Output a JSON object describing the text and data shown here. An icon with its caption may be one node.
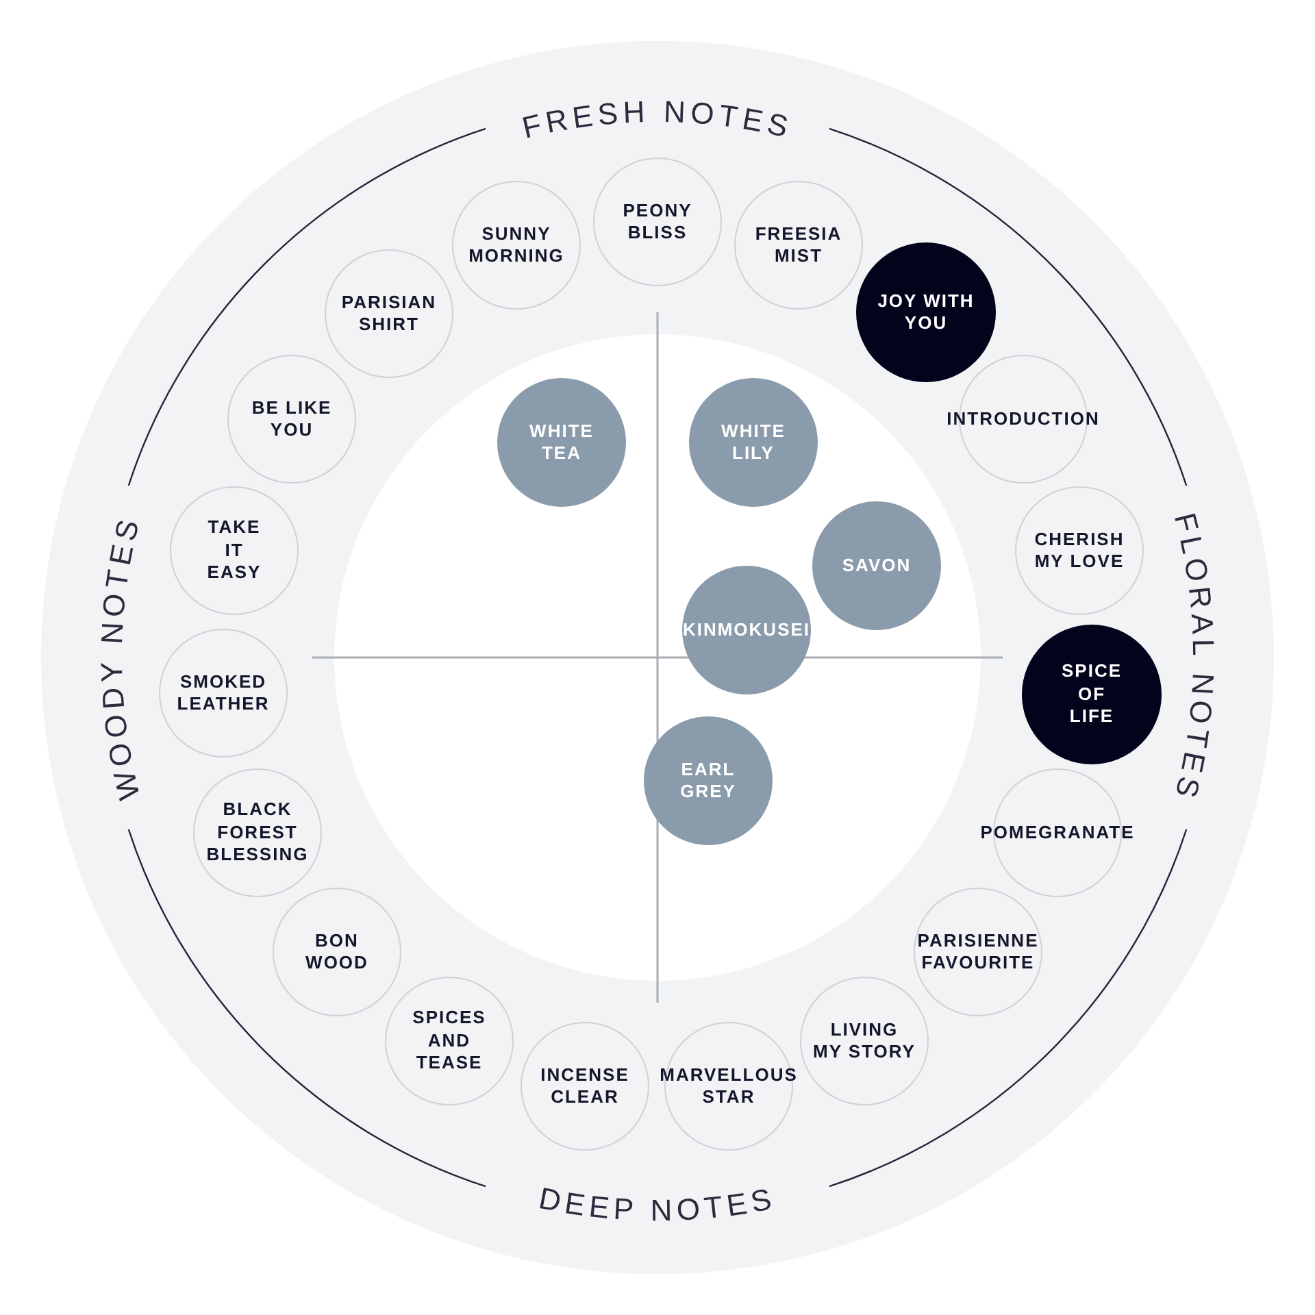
{
  "diagram": {
    "nodes": [
      {
        "text": [
          "SUNNY MORNING"
        ]
      },
      {
        "text": [
          "PEONY BLISS"
        ]
      },
      {
        "text": [
          "FREESIA MIST"
        ]
      },
      {
        "text": [
          "JOY WITH YOU"
        ]
      },
      {
        "text": [
          "INTRODUCTION"
        ]
      },
      {
        "text": [
          "CHERISH MY LOVE"
        ]
      },
      {
        "text": [
          "SPICE OF LIFE"
        ]
      },
      {
        "text": [
          "POMEGRANATE"
        ]
      },
      {
        "text": [
          "PARISIENNE FAVOURITE"
        ]
      },
      {
        "text": [
          "LIVING MY STORY"
        ]
      },
      {
        "text": [
          "MARVELLOUS STAR"
        ]
      },
      {
        "text": [
          "INCENSE CLEAR"
        ]
      },
      {
        "text": [
          "SPICES AND TEASE"
        ]
      },
      {
        "text": [
          "BON WOOD"
        ]
      },
      {
        "text": [
          "BLACK FOREST BLESSING"
        ]
      },
      {
        "text": [
          "SMOKED LEATHER"
        ]
      },
      {
        "text": [
          "TAKE IT EASY"
        ]
      },
      {
        "text": [
          "BE LIKE YOU"
        ]
      },
      {
        "text": [
          "PARISIAN SHIRT"
        ]
      },
      {
        "text": [
          "WHITE TEA"
        ]
      },
      {
        "text": [
          "WHITE LILY"
        ]
      },
      {
        "text": [
          "SAVON"
        ]
      },
      {
        "text": [
          "KINMOKUSEI"
        ]
      },
      {
        "text": [
          "EARL GREY"
        ]
      }
    ],
    "labels": [
      "FRESH NOTES",
      "FLORAL NOTES",
      "DEEP NOTES",
      "WOODY NOTES"
    ]
  }
}
